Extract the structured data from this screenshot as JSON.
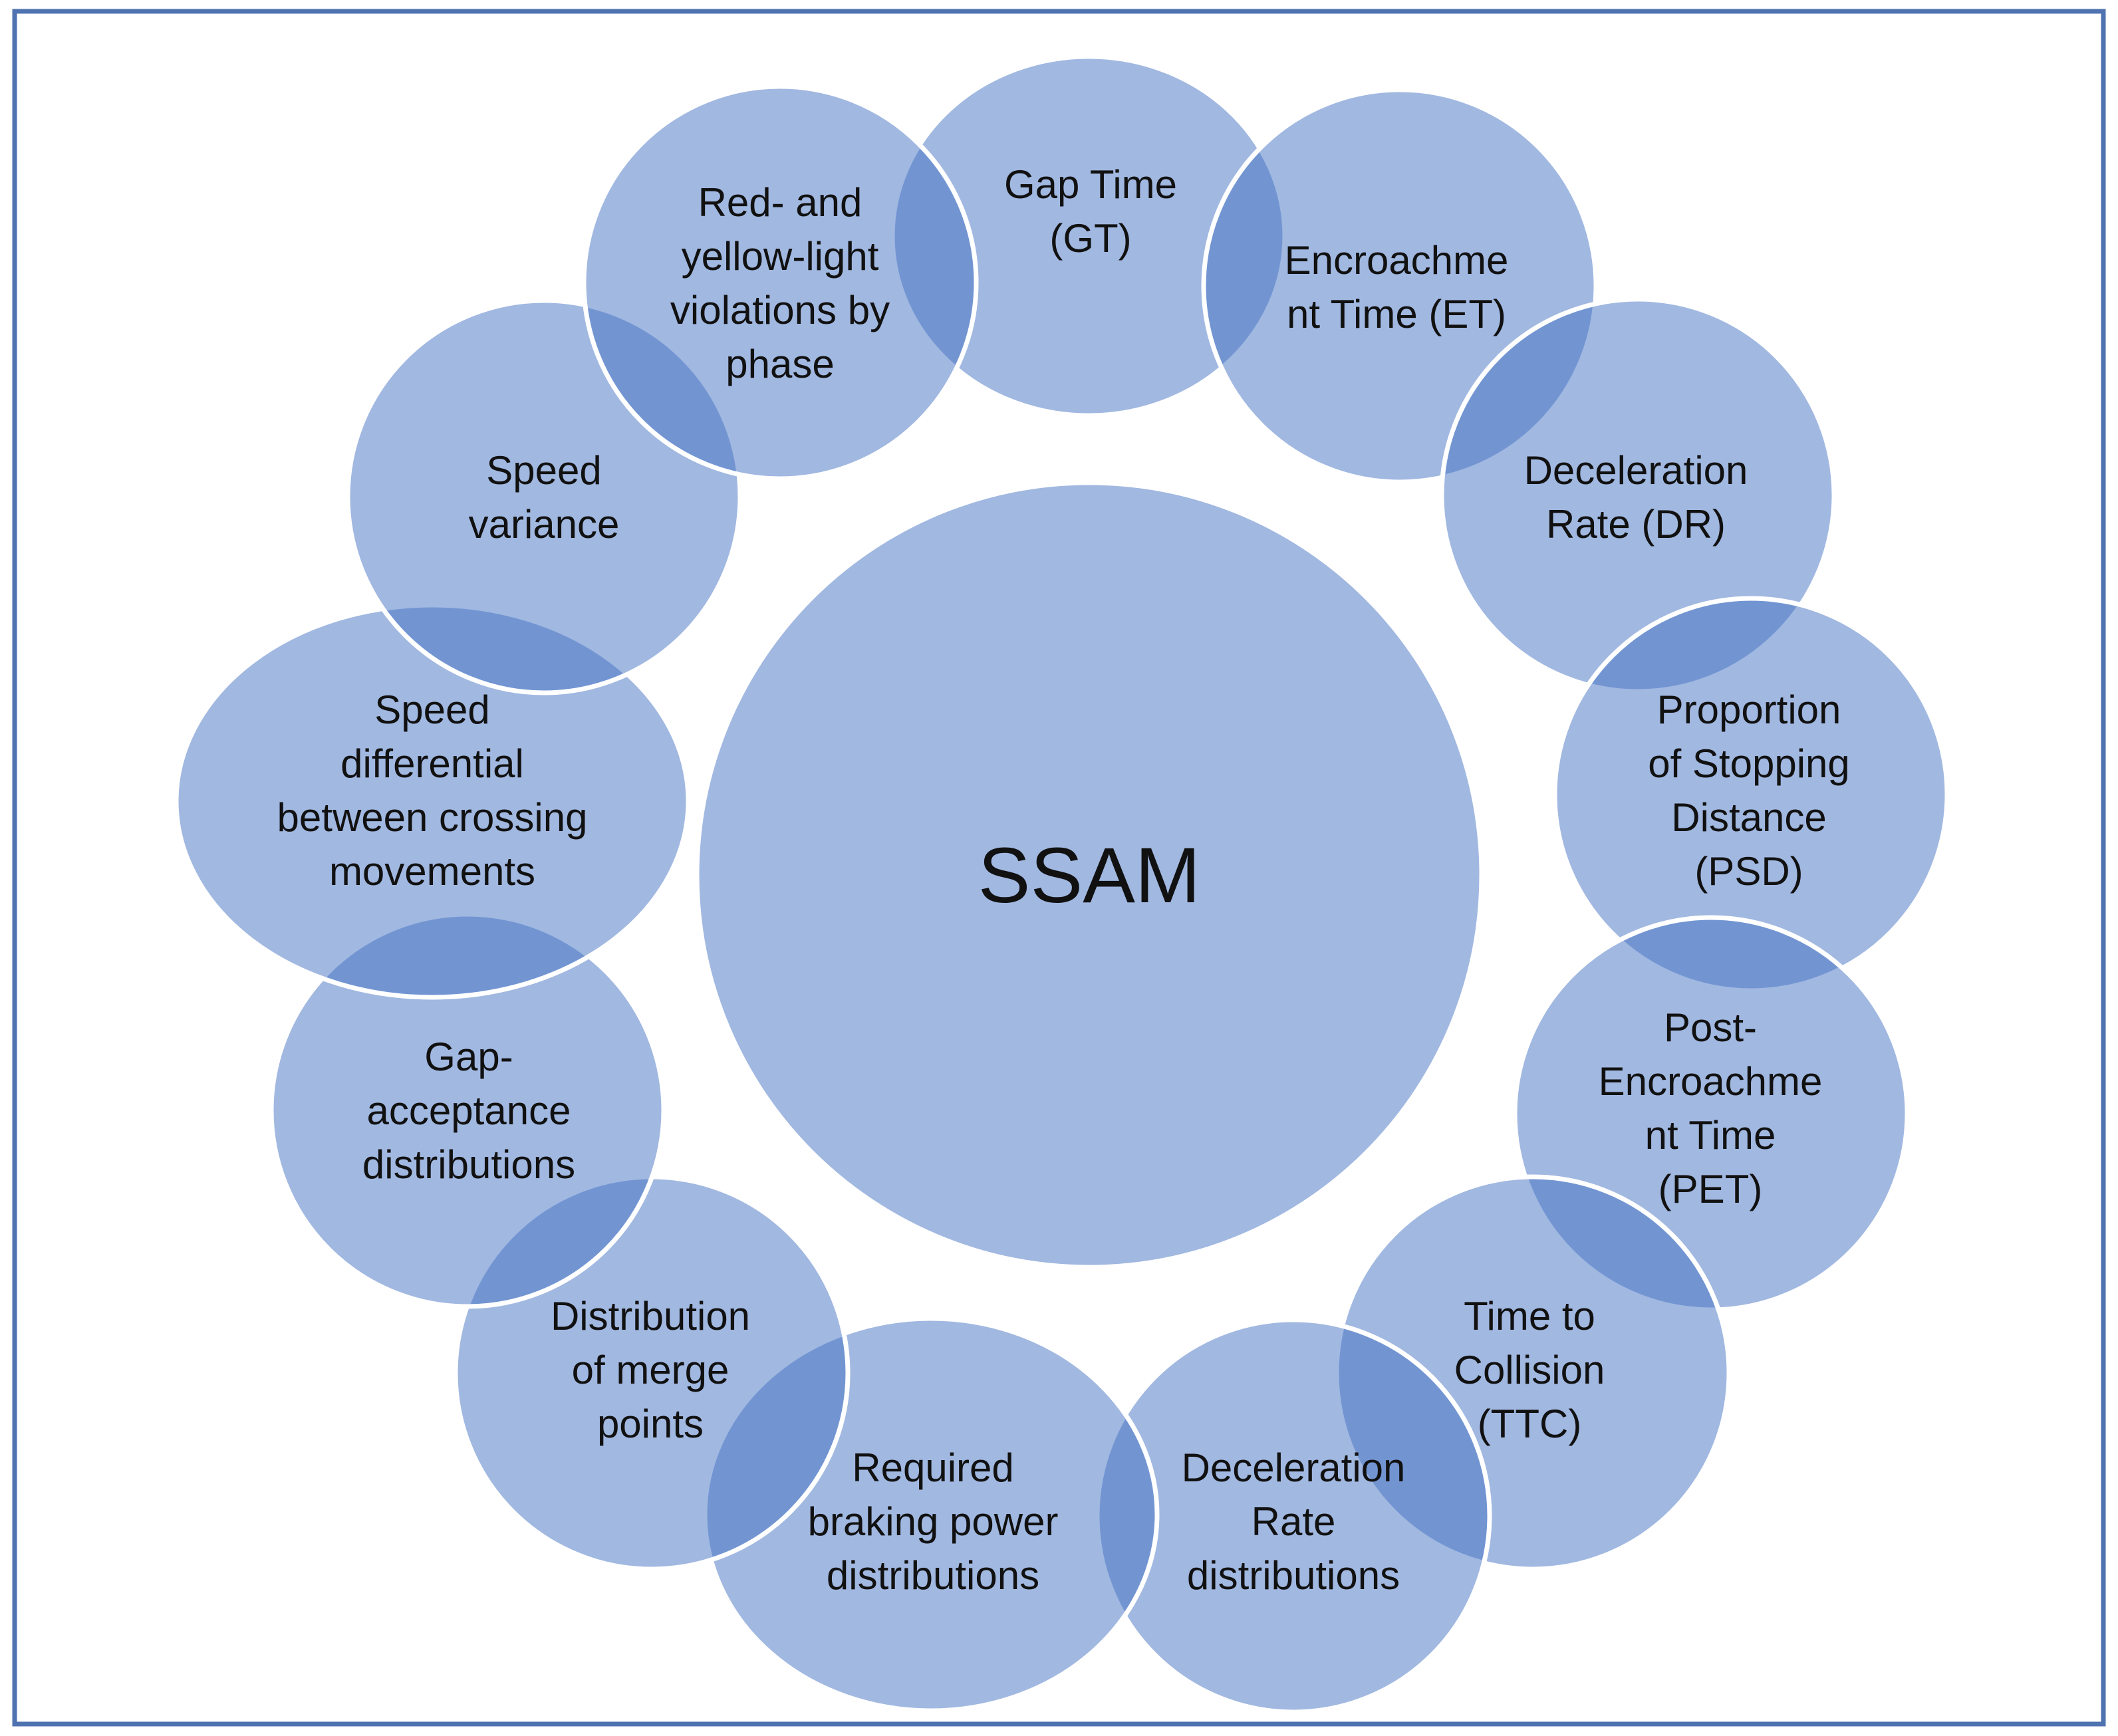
{
  "diagram": {
    "center": {
      "label": "SSAM"
    },
    "measures": [
      {
        "lines": [
          "Gap Time",
          "(GT)"
        ]
      },
      {
        "lines": [
          "Encroachme",
          "nt Time (ET)"
        ]
      },
      {
        "lines": [
          "Deceleration",
          "Rate (DR)"
        ]
      },
      {
        "lines": [
          "Proportion",
          "of Stopping",
          "Distance",
          "(PSD)"
        ]
      },
      {
        "lines": [
          "Post-",
          "Encroachme",
          "nt Time",
          "(PET)"
        ]
      },
      {
        "lines": [
          "Time to",
          "Collision",
          "(TTC)"
        ]
      },
      {
        "lines": [
          "Deceleration",
          "Rate",
          "distributions"
        ]
      },
      {
        "lines": [
          "Required",
          "braking power",
          "distributions"
        ]
      },
      {
        "lines": [
          "Distribution",
          "of merge",
          "points"
        ]
      },
      {
        "lines": [
          "Gap-",
          "acceptance",
          "distributions"
        ]
      },
      {
        "lines": [
          "Speed",
          "differential",
          "between crossing",
          "movements"
        ]
      },
      {
        "lines": [
          "Speed",
          "variance"
        ]
      },
      {
        "lines": [
          "Red- and",
          "yellow-light",
          "violations by",
          "phase"
        ]
      }
    ],
    "colors": {
      "circle_fill": "#4472c4",
      "circle_stroke": "#ffffff",
      "frame": "#4f72b0",
      "text": "#111111"
    }
  }
}
